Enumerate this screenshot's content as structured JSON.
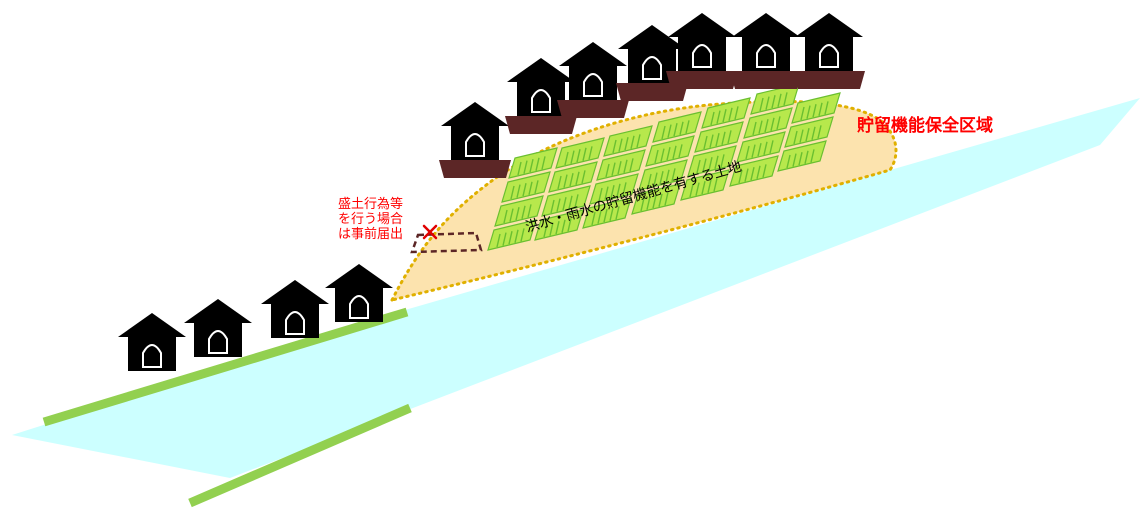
{
  "labels": {
    "zone_title": "貯留機能保全区域",
    "retention_land": "洪水・雨水の貯留機能を有する土地",
    "notice_lines": [
      "盛土行為等",
      "を行う場合",
      "は事前届出"
    ]
  },
  "colors": {
    "river": "#CCFFFF",
    "zone_fill": "#FCE3AE",
    "zone_border": "#E0B000",
    "embankment": "#92D050",
    "paddy_fill": "#B7E84C",
    "paddy_border": "#6ABF30",
    "house_body": "#000000",
    "house_base": "#5C2626",
    "label_red": "#FF0000",
    "cross_mark": "#E00000",
    "fill_dashed": "#5C2626"
  },
  "icons": {
    "house": "house-icon",
    "cross": "cross-mark-icon",
    "paddy": "paddy-field-icon"
  }
}
